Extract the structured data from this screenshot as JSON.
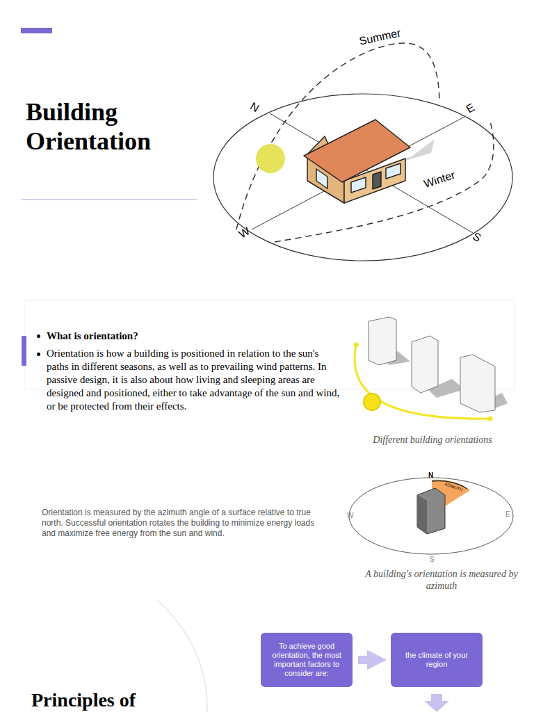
{
  "diagram": {
    "title": "Building Orientation",
    "nodes": [
      {
        "text": [
          "To achieve good orientation, the most important factors to consider are:"
        ]
      },
      {
        "text": [
          "the climate of your region"
        ]
      }
    ],
    "edges": [
      {
        "from": 0,
        "to": 1,
        "arrow": "to"
      }
    ],
    "labels": [
      "Summer",
      "N",
      "E",
      "Winter",
      "W",
      "S",
      "What is orientation?",
      "Orientation is how a building is positioned in relation to the sun's paths in different seasons, as well as to prevailing wind patterns. In passive design, it is also about how living and sleeping areas are designed and positioned, either to take advantage of the sun and wind, or be protected from their effects.",
      "Different building orientations",
      "Orientation is measured by the azimuth angle of a surface relative to true north. Successful orientation rotates the building to minimize energy loads and maximize free energy from the sun and wind.",
      "N",
      "AZIMUTH",
      "W",
      "E",
      "S",
      "A building's orientation is measured by azimuth",
      "Principles of"
    ]
  }
}
